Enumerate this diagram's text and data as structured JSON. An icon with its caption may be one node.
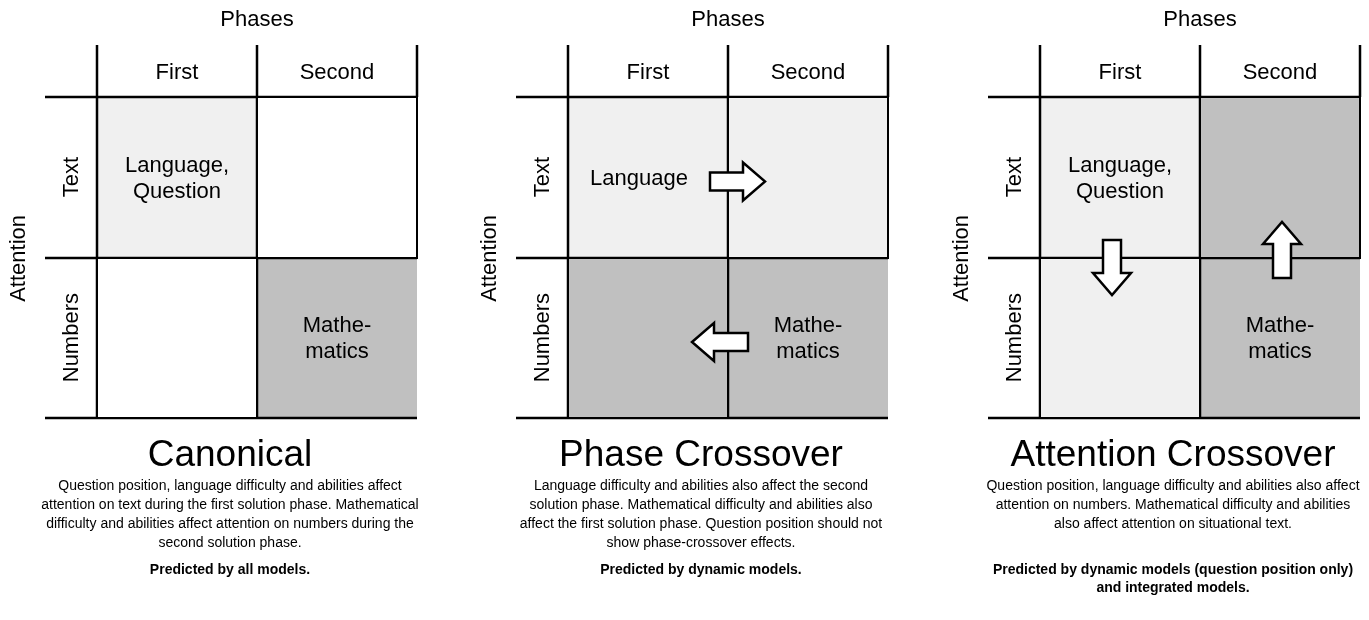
{
  "diagram": {
    "nodes": [
      {
        "text": [
          "Language, Question"
        ]
      },
      {
        "text": [],
        "shape": "box"
      },
      {
        "text": [],
        "shape": "box"
      },
      {
        "text": [
          "Mathe- matics"
        ]
      },
      {
        "text": [
          "Language"
        ]
      },
      {
        "text": [],
        "shape": "box"
      },
      {
        "text": [],
        "shape": "box"
      },
      {
        "text": [
          "Mathe- matics"
        ]
      },
      {
        "text": [
          "Language, Question"
        ]
      },
      {
        "text": [],
        "shape": "box"
      },
      {
        "text": [],
        "shape": "box"
      },
      {
        "text": [
          "Mathe- matics"
        ]
      }
    ],
    "edges": [
      {
        "from": 4,
        "to": 5,
        "arrow": "to"
      },
      {
        "from": 7,
        "to": 6,
        "arrow": "to"
      },
      {
        "from": 8,
        "to": 10,
        "arrow": "to"
      },
      {
        "from": 11,
        "to": 9,
        "arrow": "to"
      }
    ],
    "labels": [
      "Phases",
      "First",
      "Second",
      "Text",
      "Attention",
      "Numbers",
      "Canonical",
      "Question position, language difficulty and abilities affect attention on text during the first solution phase. Mathematical difficulty and abilities affect attention on numbers during the second solution phase.",
      "Predicted by all models.",
      "Phases",
      "First",
      "Second",
      "Text",
      "Attention",
      "Numbers",
      "Phase Crossover",
      "Language difficulty and abilities also affect the second solution phase. Mathematical difficulty and abilities also affect the first solution phase. Question position should not show phase-crossover effects.",
      "Predicted by dynamic models.",
      "Phases",
      "First",
      "Second",
      "Text",
      "Attention",
      "Numbers",
      "Attention Crossover",
      "Question position, language difficulty and abilities also affect attention on numbers. Mathematical difficulty and abilities also affect attention on situational text.",
      "Predicted by dynamic models (question position only) and integrated models."
    ]
  }
}
